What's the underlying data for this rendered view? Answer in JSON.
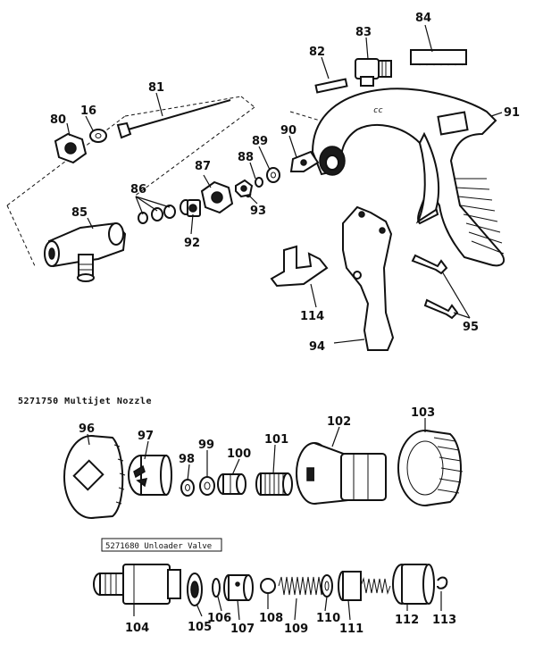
{
  "captions": {
    "nozzle_title": "5271750 Multijet Nozzle",
    "valve_box": "5271680 Unloader Valve"
  },
  "labels": {
    "p80": "80",
    "p16": "16",
    "p81": "81",
    "p82": "82",
    "p83": "83",
    "p84": "84",
    "p91": "91",
    "p90": "90",
    "p89": "89",
    "p88": "88",
    "p87": "87",
    "p86": "86",
    "p93": "93",
    "p85": "85",
    "p92": "92",
    "p114": "114",
    "p94": "94",
    "p95": "95",
    "p96": "96",
    "p97": "97",
    "p98": "98",
    "p99": "99",
    "p100": "100",
    "p101": "101",
    "p102": "102",
    "p103": "103",
    "p104": "104",
    "p105": "105",
    "p106": "106",
    "p107": "107",
    "p108": "108",
    "p109": "109",
    "p110": "110",
    "p111": "111",
    "p112": "112",
    "p113": "113"
  }
}
